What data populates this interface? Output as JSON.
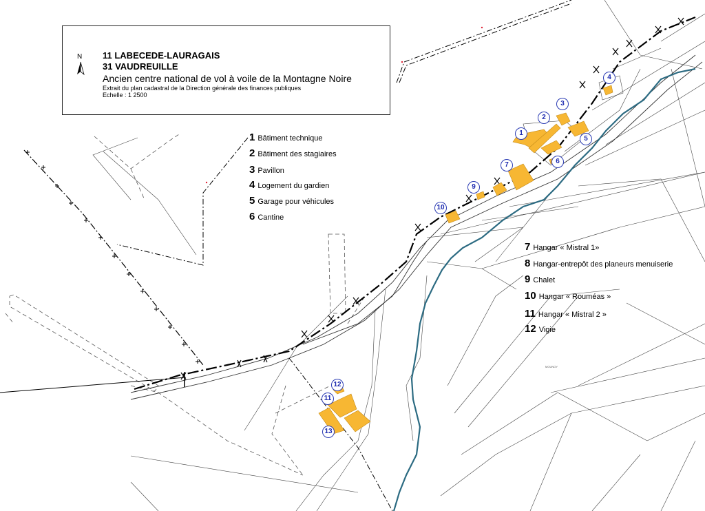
{
  "header": {
    "north_letter": "N",
    "line1": "11 LABECEDE-LAURAGAIS",
    "line2": "31 VAUDREUILLE",
    "line3": "Ancien centre national de vol à voile de la Montagne Noire",
    "line4": "Extrait du plan cadastral de la Direction générale des finances publiques",
    "line5": "Echelle : 1 2500"
  },
  "legend_left": [
    {
      "num": "1",
      "label": "Bâtiment technique"
    },
    {
      "num": "2",
      "label": "Bâtiment des stagiaires"
    },
    {
      "num": "3",
      "label": "Pavillon"
    },
    {
      "num": "4",
      "label": "Logement du gardien"
    },
    {
      "num": "5",
      "label": "Garage pour véhicules"
    },
    {
      "num": "6",
      "label": "Cantine"
    }
  ],
  "legend_right": [
    {
      "num": "7",
      "label": "Hangar « Mistral 1»"
    },
    {
      "num": "8",
      "label": "Hangar-entrepôt des planeurs menuiserie"
    },
    {
      "num": "9",
      "label": "Chalet"
    },
    {
      "num": "10",
      "label": "Hangar « Rouméas »"
    },
    {
      "num": "11",
      "label": "Hangar « Mistral 2 »"
    },
    {
      "num": "12",
      "label": "Vigie"
    }
  ],
  "markers": [
    "1",
    "2",
    "3",
    "4",
    "5",
    "6",
    "7",
    "9",
    "10",
    "11",
    "12",
    "13"
  ],
  "map_labels": {
    "locality": "MOUNOY"
  },
  "colors": {
    "building": "#f7b733",
    "river": "#2c6b82",
    "marker": "#2b3cb4"
  }
}
